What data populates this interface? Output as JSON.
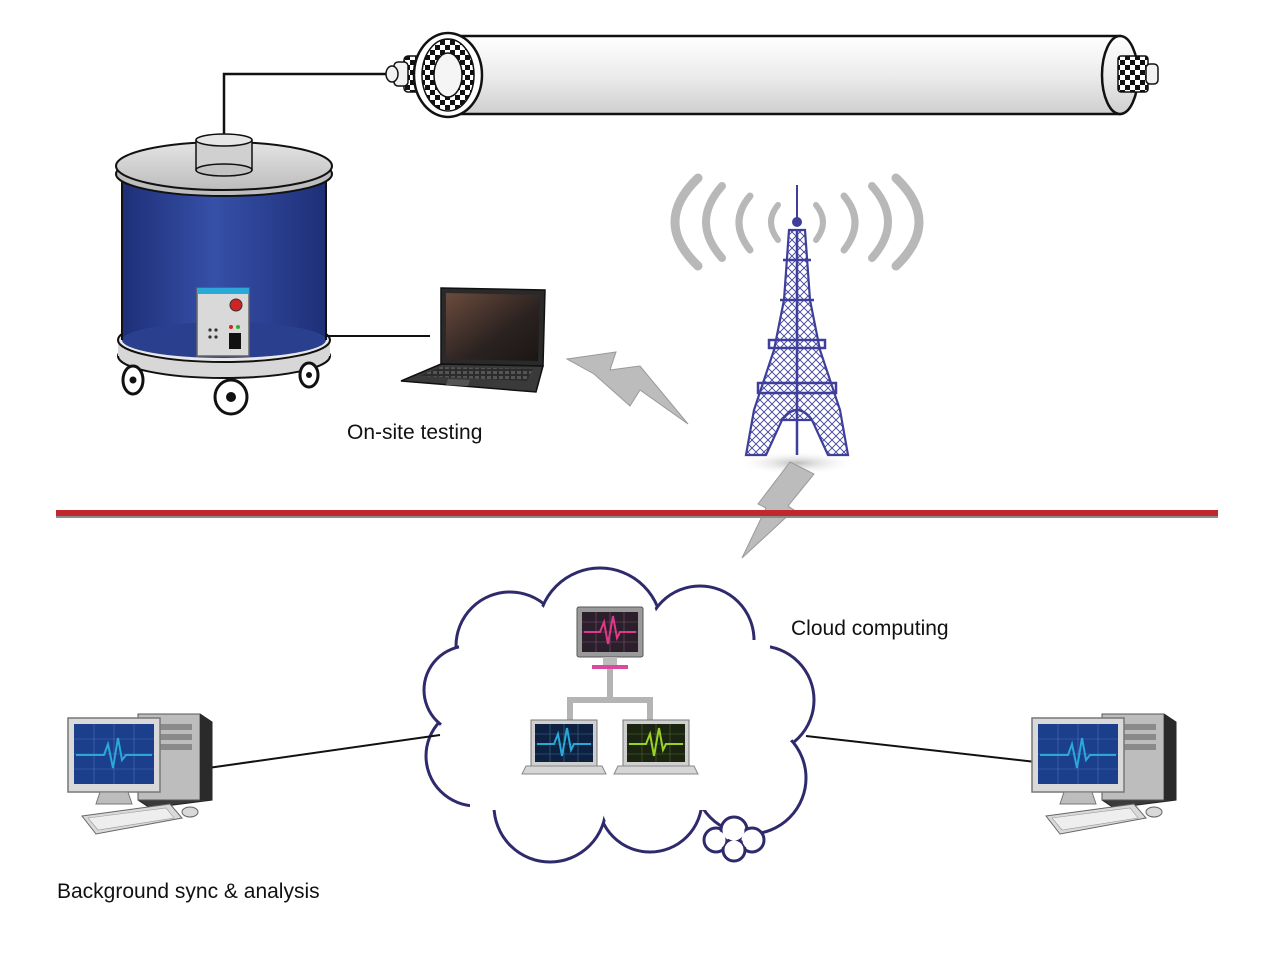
{
  "labels": {
    "onsite": "On-site testing",
    "cloud": "Cloud computing",
    "background": "Background sync & analysis"
  },
  "colors": {
    "divider": "#c0282b",
    "tank": "#2b3f8f",
    "tower": "#3e3f9a",
    "cloud_outline": "#2e2a6b",
    "wire": "#111111",
    "screen_pink": "#e0388a",
    "screen_blue": "#2aa8d8",
    "screen_green": "#9ad22a"
  },
  "icons": [
    "cable-icon",
    "hv-test-tank-icon",
    "laptop-icon",
    "signal-tower-icon",
    "lightning-icon",
    "cloud-icon",
    "monitor-icon",
    "desktop-computer-icon"
  ]
}
